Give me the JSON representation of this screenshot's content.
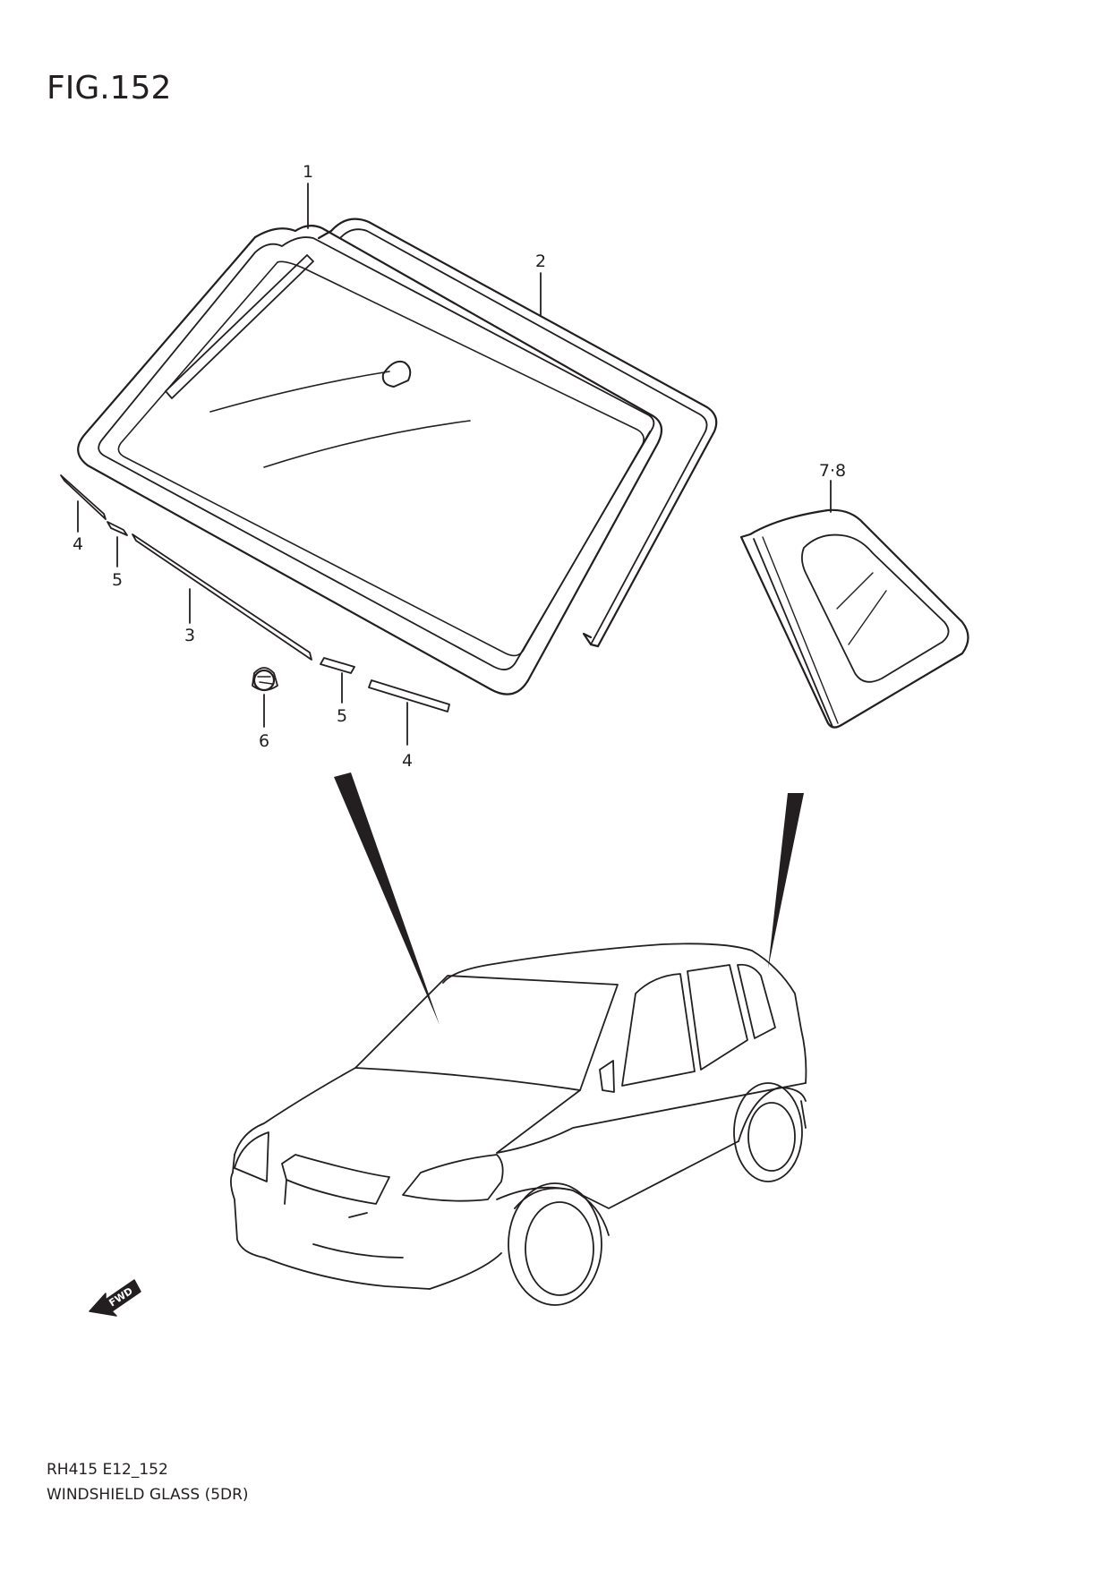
{
  "figure": {
    "title": "FIG.152",
    "code": "RH415 E12_152",
    "caption": "WINDSHIELD GLASS (5DR)"
  },
  "callouts": {
    "windshield_glass": "1",
    "dam_rubber": "2",
    "lower_molding": "3",
    "side_molding_left": "4",
    "side_molding_right": "4",
    "joint_left": "5",
    "joint_right": "5",
    "clip": "6",
    "quarter_glass": "7·8"
  },
  "direction_badge": "FWD",
  "colors": {
    "ink": "#231f20",
    "paper": "#ffffff"
  }
}
